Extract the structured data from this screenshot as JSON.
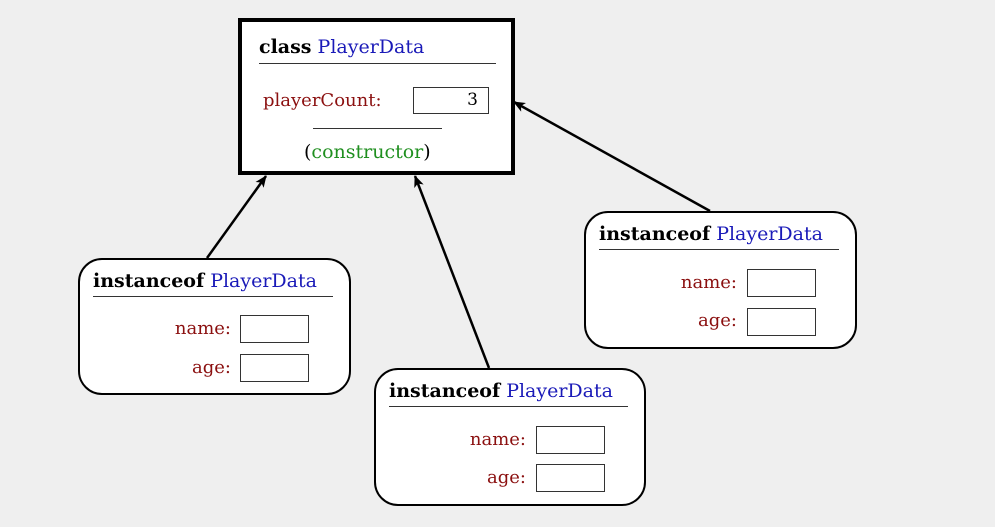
{
  "class_box": {
    "keyword": "class",
    "name": "PlayerData",
    "field_label": "playerCount:",
    "field_value": "3",
    "ctor_open": "(",
    "ctor_word": "constructor",
    "ctor_close": ")"
  },
  "instances": [
    {
      "keyword": "instanceof",
      "class_name": "PlayerData",
      "field1_label": "name:",
      "field1_value": "",
      "field2_label": "age:",
      "field2_value": ""
    },
    {
      "keyword": "instanceof",
      "class_name": "PlayerData",
      "field1_label": "name:",
      "field1_value": "",
      "field2_label": "age:",
      "field2_value": ""
    },
    {
      "keyword": "instanceof",
      "class_name": "PlayerData",
      "field1_label": "name:",
      "field1_value": "",
      "field2_label": "age:",
      "field2_value": ""
    }
  ],
  "colors": {
    "background": "#efefef",
    "class_name": "#1a1ab8",
    "field_label": "#8b1010",
    "constructor": "#1f8f1f"
  }
}
